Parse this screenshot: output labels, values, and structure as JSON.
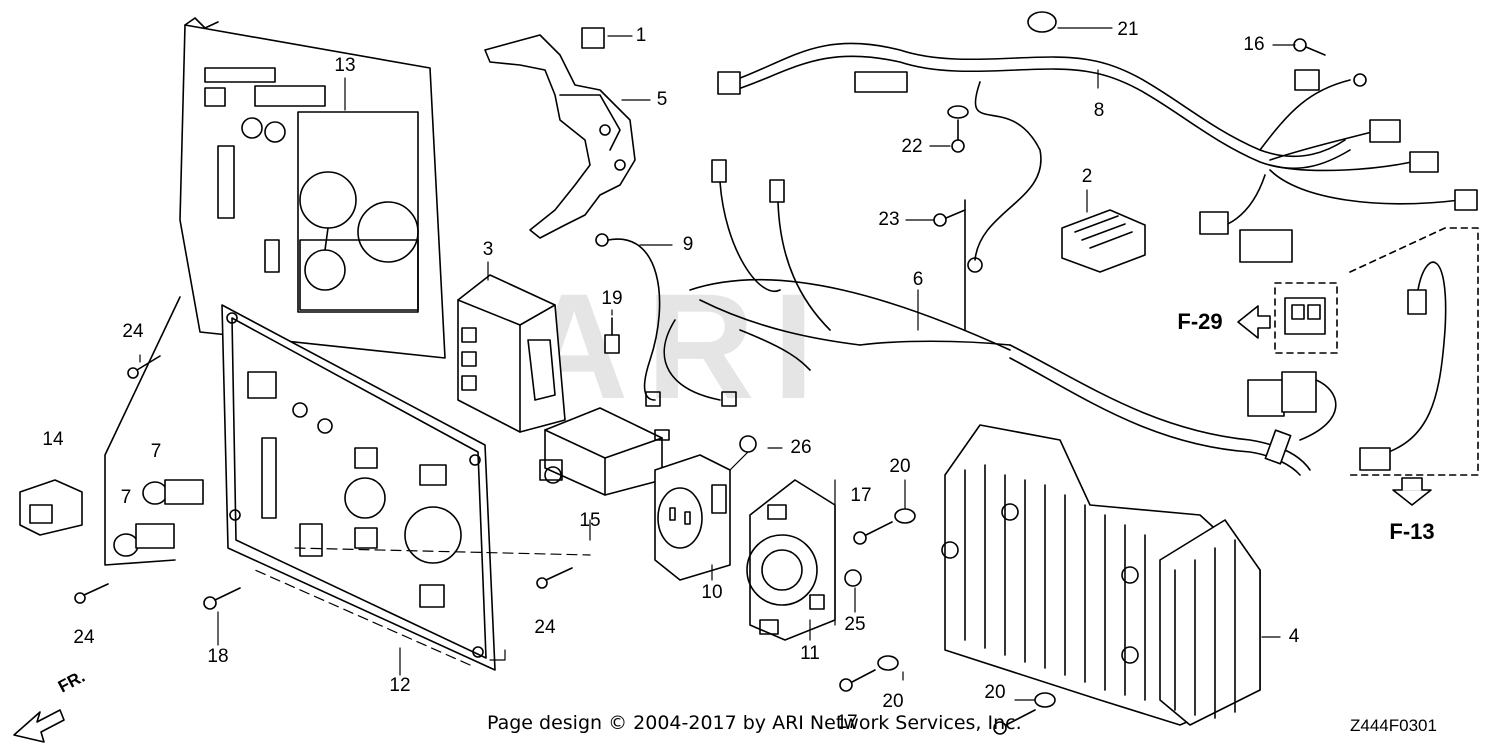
{
  "watermark": "ARI",
  "callouts": {
    "c1": "1",
    "c2": "2",
    "c3": "3",
    "c4": "4",
    "c5": "5",
    "c6": "6",
    "c7a": "7",
    "c7b": "7",
    "c8": "8",
    "c9": "9",
    "c10": "10",
    "c11": "11",
    "c12": "12",
    "c13": "13",
    "c14": "14",
    "c15": "15",
    "c16": "16",
    "c17a": "17",
    "c17b": "17",
    "c18": "18",
    "c19": "19",
    "c20a": "20",
    "c20b": "20",
    "c20c": "20",
    "c21": "21",
    "c22": "22",
    "c23": "23",
    "c24a": "24",
    "c24b": "24",
    "c24c": "24",
    "c25": "25",
    "c26": "26"
  },
  "references": {
    "f29": "F-29",
    "f13": "F-13"
  },
  "direction_marker": "FR.",
  "footer": "Page design © 2004-2017 by ARI Network Services, Inc.",
  "diagram_code": "Z444F0301",
  "colors": {
    "line": "#000000",
    "background": "#ffffff"
  }
}
